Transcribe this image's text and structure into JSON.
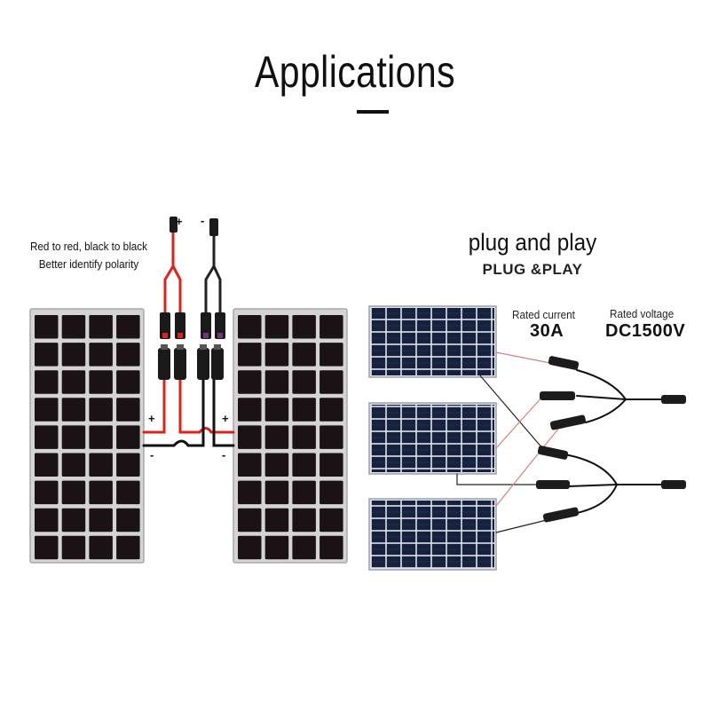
{
  "title": "Applications",
  "left_note": {
    "line1": "Red to red, black to black",
    "line2": "Better identify polarity"
  },
  "polarity": {
    "positive": "+",
    "negative": "-"
  },
  "plug_and_play": {
    "main": "plug and play",
    "sub": "PLUG &PLAY"
  },
  "specs": {
    "current_label": "Rated current",
    "current_value": "30A",
    "voltage_label": "Rated voltage",
    "voltage_value": "DC1500V"
  },
  "colors": {
    "positive_wire": "#e0201a",
    "negative_wire": "#111111",
    "cell": "#1a1214",
    "frame": "#cfcfcf"
  }
}
